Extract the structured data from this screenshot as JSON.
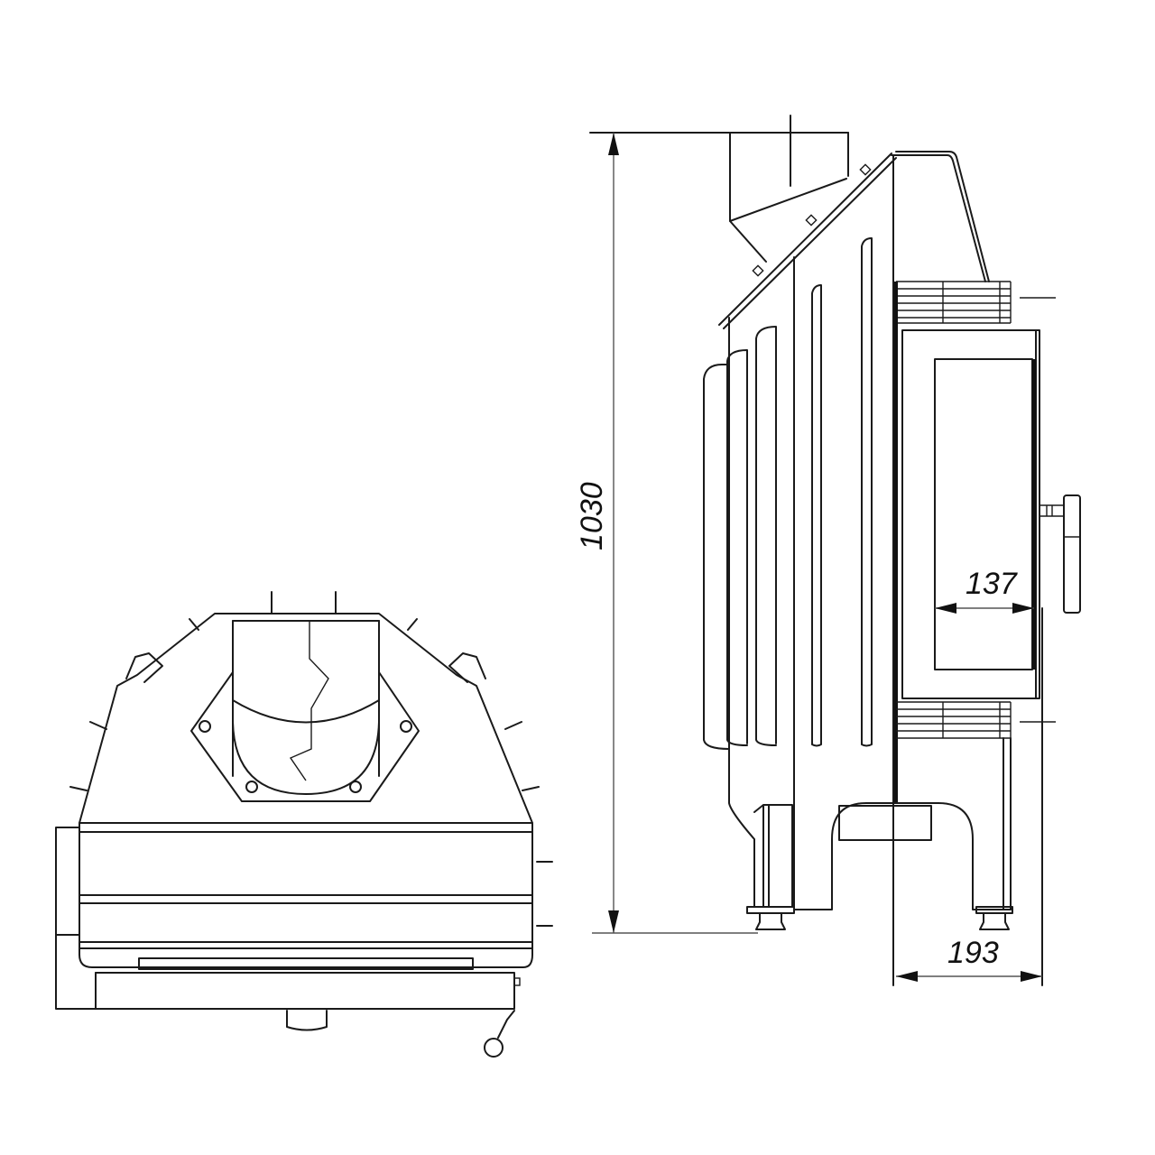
{
  "drawing": {
    "subject": "fireplace insert technical drawing",
    "views": [
      {
        "name": "top-view",
        "description": "plan view with flue collar and hexagonal flange"
      },
      {
        "name": "side-view",
        "description": "side elevation with door, handle and legs"
      }
    ],
    "dimensions": {
      "height": {
        "value": "1030",
        "orientation": "vertical"
      },
      "glass_depth": {
        "value": "137",
        "orientation": "horizontal"
      },
      "door_depth": {
        "value": "193",
        "orientation": "horizontal"
      }
    },
    "colors": {
      "line": "#1a1a1a",
      "dimension_line": "#555555",
      "background": "#ffffff"
    }
  }
}
